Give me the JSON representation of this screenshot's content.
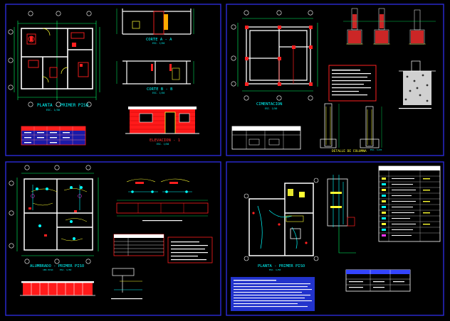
{
  "colors": {
    "background": "#000000",
    "sheet_border": "#2b2bd8",
    "wall": "#ffffff",
    "dimension": "#00ff66",
    "axis": "#ffffff",
    "title": "#00ffff",
    "furniture": "#ff2020",
    "yellow": "#ffff33",
    "hatch": "#ff3030",
    "legend_box": "#ff2020",
    "note_bg": "#2233cc",
    "magenta": "#ff33ff"
  },
  "sheets": {
    "architecture": {
      "plan_title": "PLANTA - PRIMER PISO",
      "plan_scale": "ESC. 1/50",
      "section_a_title": "CORTE A - A",
      "section_a_scale": "ESC. 1/50",
      "section_b_title": "CORTE B - B",
      "section_b_scale": "ESC. 1/50",
      "elevation_title": "ELEVACION - 1",
      "elevation_scale": "ESC. 1/50"
    },
    "foundation": {
      "plan_title": "CIMENTACION",
      "plan_scale": "ESC. 1/50",
      "detail_title": "DETALLE DE COLUMNA",
      "detail_scale": "ESC. 1/25"
    },
    "electrical": {
      "plan_title": "ALUMBRADO - PRIMER PISO",
      "plan_subtitle": "1ER PISO",
      "plan_scale": "ESC. 1/50"
    },
    "sanitary": {
      "plan_title": "PLANTA - PRIMER PISO",
      "plan_scale": "ESC. 1/50"
    }
  }
}
